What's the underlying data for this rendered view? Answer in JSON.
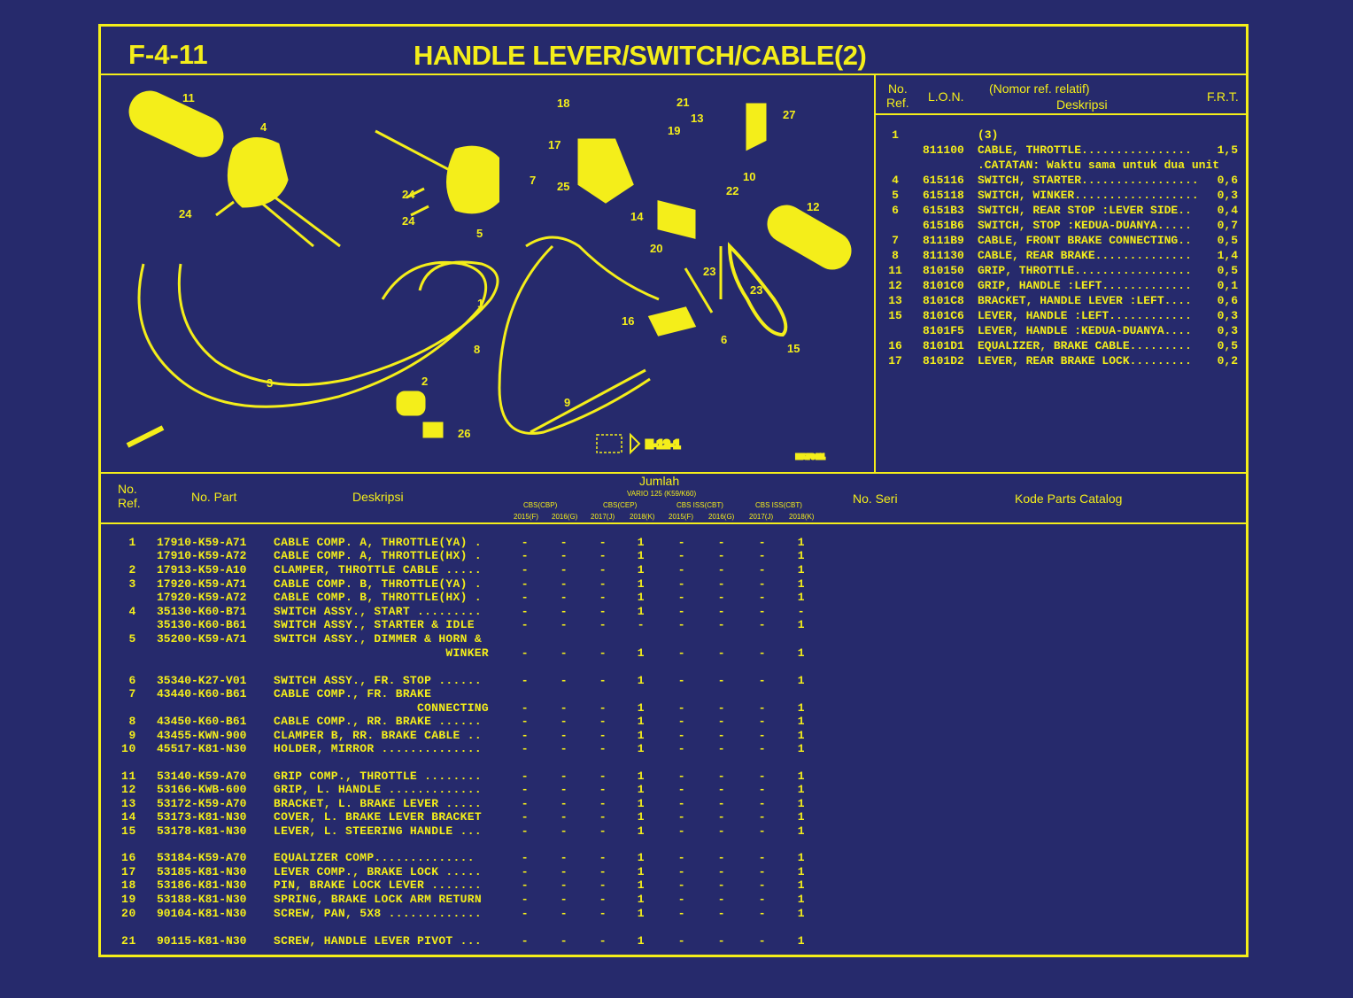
{
  "header": {
    "code": "F-4-11",
    "title": "HANDLE LEVER/SWITCH/CABLE(2)"
  },
  "diagram": {
    "callouts": [
      "11",
      "4",
      "24",
      "24",
      "24",
      "5",
      "18",
      "17",
      "25",
      "7",
      "21",
      "19",
      "13",
      "27",
      "10",
      "22",
      "14",
      "20",
      "23",
      "12",
      "23",
      "16",
      "6",
      "15",
      "1",
      "8",
      "3",
      "2",
      "26",
      "9"
    ],
    "reference": "E-12-1",
    "figure_code": "K59F0411"
  },
  "frt_table": {
    "headers": {
      "ref": "No.\nRef.",
      "lon": "L.O.N.",
      "desc_top": "(Nomor ref. relatif)",
      "desc": "Deskripsi",
      "frt": "F.R.T."
    },
    "rows": [
      {
        "ref": "1",
        "lon": "",
        "desc": "(3)",
        "frt": ""
      },
      {
        "ref": "",
        "lon": "811100",
        "desc": "CABLE, THROTTLE................",
        "frt": "1,5"
      },
      {
        "ref": "",
        "lon": "",
        "desc": ".CATATAN: Waktu sama untuk dua unit",
        "frt": ""
      },
      {
        "ref": "4",
        "lon": "615116",
        "desc": "SWITCH, STARTER.................",
        "frt": "0,6"
      },
      {
        "ref": "5",
        "lon": "615118",
        "desc": "SWITCH, WINKER..................",
        "frt": "0,3"
      },
      {
        "ref": "6",
        "lon": "6151B3",
        "desc": "SWITCH, REAR STOP :LEVER SIDE..",
        "frt": "0,4"
      },
      {
        "ref": "",
        "lon": "6151B6",
        "desc": "SWITCH, STOP :KEDUA-DUANYA.....",
        "frt": "0,7"
      },
      {
        "ref": "7",
        "lon": "8111B9",
        "desc": "CABLE, FRONT BRAKE CONNECTING..",
        "frt": "0,5"
      },
      {
        "ref": "8",
        "lon": "811130",
        "desc": "CABLE, REAR BRAKE..............",
        "frt": "1,4"
      },
      {
        "ref": "11",
        "lon": "810150",
        "desc": "GRIP, THROTTLE.................",
        "frt": "0,5"
      },
      {
        "ref": "12",
        "lon": "8101C0",
        "desc": "GRIP, HANDLE :LEFT.............",
        "frt": "0,1"
      },
      {
        "ref": "13",
        "lon": "8101C8",
        "desc": "BRACKET, HANDLE LEVER :LEFT....",
        "frt": "0,6"
      },
      {
        "ref": "15",
        "lon": "8101C6",
        "desc": "LEVER, HANDLE :LEFT............",
        "frt": "0,3"
      },
      {
        "ref": "",
        "lon": "8101F5",
        "desc": "LEVER, HANDLE :KEDUA-DUANYA....",
        "frt": "0,3"
      },
      {
        "ref": "16",
        "lon": "8101D1",
        "desc": "EQUALIZER, BRAKE CABLE.........",
        "frt": "0,5"
      },
      {
        "ref": "17",
        "lon": "8101D2",
        "desc": "LEVER, REAR BRAKE LOCK.........",
        "frt": "0,2"
      }
    ]
  },
  "parts_table": {
    "headers": {
      "ref": "No.\nRef.",
      "part": "No. Part",
      "desc": "Deskripsi",
      "qty": "Jumlah",
      "model": "VARIO 125 (K59/K60)",
      "variants": [
        "CBS(CBP)",
        "CBS(CEP)",
        "CBS ISS(CBT)",
        "CBS ISS(CBT)"
      ],
      "years": [
        "2015(F)",
        "2016(G)",
        "2017(J)",
        "2018(K)",
        "2015(F)",
        "2016(G)",
        "2017(J)",
        "2018(K)"
      ],
      "serial": "No. Seri",
      "catalog": "Kode Parts Catalog"
    },
    "rows": [
      {
        "ref": "1",
        "part": "17910-K59-A71",
        "desc": "CABLE COMP. A, THROTTLE(YA) .",
        "qty": [
          "-",
          "-",
          "-",
          "1",
          "-",
          "-",
          "-",
          "1"
        ]
      },
      {
        "ref": "",
        "part": "17910-K59-A72",
        "desc": "CABLE COMP. A, THROTTLE(HX) .",
        "qty": [
          "-",
          "-",
          "-",
          "1",
          "-",
          "-",
          "-",
          "1"
        ]
      },
      {
        "ref": "2",
        "part": "17913-K59-A10",
        "desc": "CLAMPER, THROTTLE CABLE .....",
        "qty": [
          "-",
          "-",
          "-",
          "1",
          "-",
          "-",
          "-",
          "1"
        ]
      },
      {
        "ref": "3",
        "part": "17920-K59-A71",
        "desc": "CABLE COMP. B, THROTTLE(YA) .",
        "qty": [
          "-",
          "-",
          "-",
          "1",
          "-",
          "-",
          "-",
          "1"
        ]
      },
      {
        "ref": "",
        "part": "17920-K59-A72",
        "desc": "CABLE COMP. B, THROTTLE(HX) .",
        "qty": [
          "-",
          "-",
          "-",
          "1",
          "-",
          "-",
          "-",
          "1"
        ]
      },
      {
        "ref": "4",
        "part": "35130-K60-B71",
        "desc": "SWITCH ASSY., START .........",
        "qty": [
          "-",
          "-",
          "-",
          "1",
          "-",
          "-",
          "-",
          "-"
        ]
      },
      {
        "ref": "",
        "part": "35130-K60-B61",
        "desc": "SWITCH ASSY., STARTER & IDLE",
        "qty": [
          "-",
          "-",
          "-",
          "-",
          "-",
          "-",
          "-",
          "1"
        ]
      },
      {
        "ref": "5",
        "part": "35200-K59-A71",
        "desc": "SWITCH ASSY., DIMMER & HORN &",
        "desc_cont": "WINKER",
        "qty": [
          "-",
          "-",
          "-",
          "1",
          "-",
          "-",
          "-",
          "1"
        ]
      },
      {
        "ref": "6",
        "part": "35340-K27-V01",
        "desc": "SWITCH ASSY., FR. STOP ......",
        "qty": [
          "-",
          "-",
          "-",
          "1",
          "-",
          "-",
          "-",
          "1"
        ]
      },
      {
        "ref": "7",
        "part": "43440-K60-B61",
        "desc": "CABLE COMP., FR. BRAKE",
        "desc_cont": "CONNECTING",
        "qty": [
          "-",
          "-",
          "-",
          "1",
          "-",
          "-",
          "-",
          "1"
        ]
      },
      {
        "ref": "8",
        "part": "43450-K60-B61",
        "desc": "CABLE COMP., RR. BRAKE ......",
        "qty": [
          "-",
          "-",
          "-",
          "1",
          "-",
          "-",
          "-",
          "1"
        ]
      },
      {
        "ref": "9",
        "part": "43455-KWN-900",
        "desc": "CLAMPER B, RR. BRAKE CABLE ..",
        "qty": [
          "-",
          "-",
          "-",
          "1",
          "-",
          "-",
          "-",
          "1"
        ]
      },
      {
        "ref": "10",
        "part": "45517-K81-N30",
        "desc": "HOLDER, MIRROR ..............",
        "qty": [
          "-",
          "-",
          "-",
          "1",
          "-",
          "-",
          "-",
          "1"
        ]
      },
      {
        "ref": "11",
        "part": "53140-K59-A70",
        "desc": "GRIP COMP., THROTTLE ........",
        "qty": [
          "-",
          "-",
          "-",
          "1",
          "-",
          "-",
          "-",
          "1"
        ]
      },
      {
        "ref": "12",
        "part": "53166-KWB-600",
        "desc": "GRIP, L. HANDLE .............",
        "qty": [
          "-",
          "-",
          "-",
          "1",
          "-",
          "-",
          "-",
          "1"
        ]
      },
      {
        "ref": "13",
        "part": "53172-K59-A70",
        "desc": "BRACKET, L. BRAKE LEVER .....",
        "qty": [
          "-",
          "-",
          "-",
          "1",
          "-",
          "-",
          "-",
          "1"
        ]
      },
      {
        "ref": "14",
        "part": "53173-K81-N30",
        "desc": "COVER, L. BRAKE LEVER BRACKET",
        "qty": [
          "-",
          "-",
          "-",
          "1",
          "-",
          "-",
          "-",
          "1"
        ]
      },
      {
        "ref": "15",
        "part": "53178-K81-N30",
        "desc": "LEVER, L. STEERING HANDLE ...",
        "qty": [
          "-",
          "-",
          "-",
          "1",
          "-",
          "-",
          "-",
          "1"
        ]
      },
      {
        "ref": "16",
        "part": "53184-K59-A70",
        "desc": "EQUALIZER COMP..............",
        "qty": [
          "-",
          "-",
          "-",
          "1",
          "-",
          "-",
          "-",
          "1"
        ]
      },
      {
        "ref": "17",
        "part": "53185-K81-N30",
        "desc": "LEVER COMP., BRAKE LOCK .....",
        "qty": [
          "-",
          "-",
          "-",
          "1",
          "-",
          "-",
          "-",
          "1"
        ]
      },
      {
        "ref": "18",
        "part": "53186-K81-N30",
        "desc": "PIN, BRAKE LOCK LEVER .......",
        "qty": [
          "-",
          "-",
          "-",
          "1",
          "-",
          "-",
          "-",
          "1"
        ]
      },
      {
        "ref": "19",
        "part": "53188-K81-N30",
        "desc": "SPRING, BRAKE LOCK ARM RETURN",
        "qty": [
          "-",
          "-",
          "-",
          "1",
          "-",
          "-",
          "-",
          "1"
        ]
      },
      {
        "ref": "20",
        "part": "90104-K81-N30",
        "desc": "SCREW, PAN, 5X8 .............",
        "qty": [
          "-",
          "-",
          "-",
          "1",
          "-",
          "-",
          "-",
          "1"
        ]
      },
      {
        "ref": "21",
        "part": "90115-K81-N30",
        "desc": "SCREW, HANDLE LEVER PIVOT ...",
        "qty": [
          "-",
          "-",
          "-",
          "1",
          "-",
          "-",
          "-",
          "1"
        ]
      }
    ]
  },
  "colors": {
    "background": "#262a6c",
    "ink": "#f4ee1a"
  }
}
